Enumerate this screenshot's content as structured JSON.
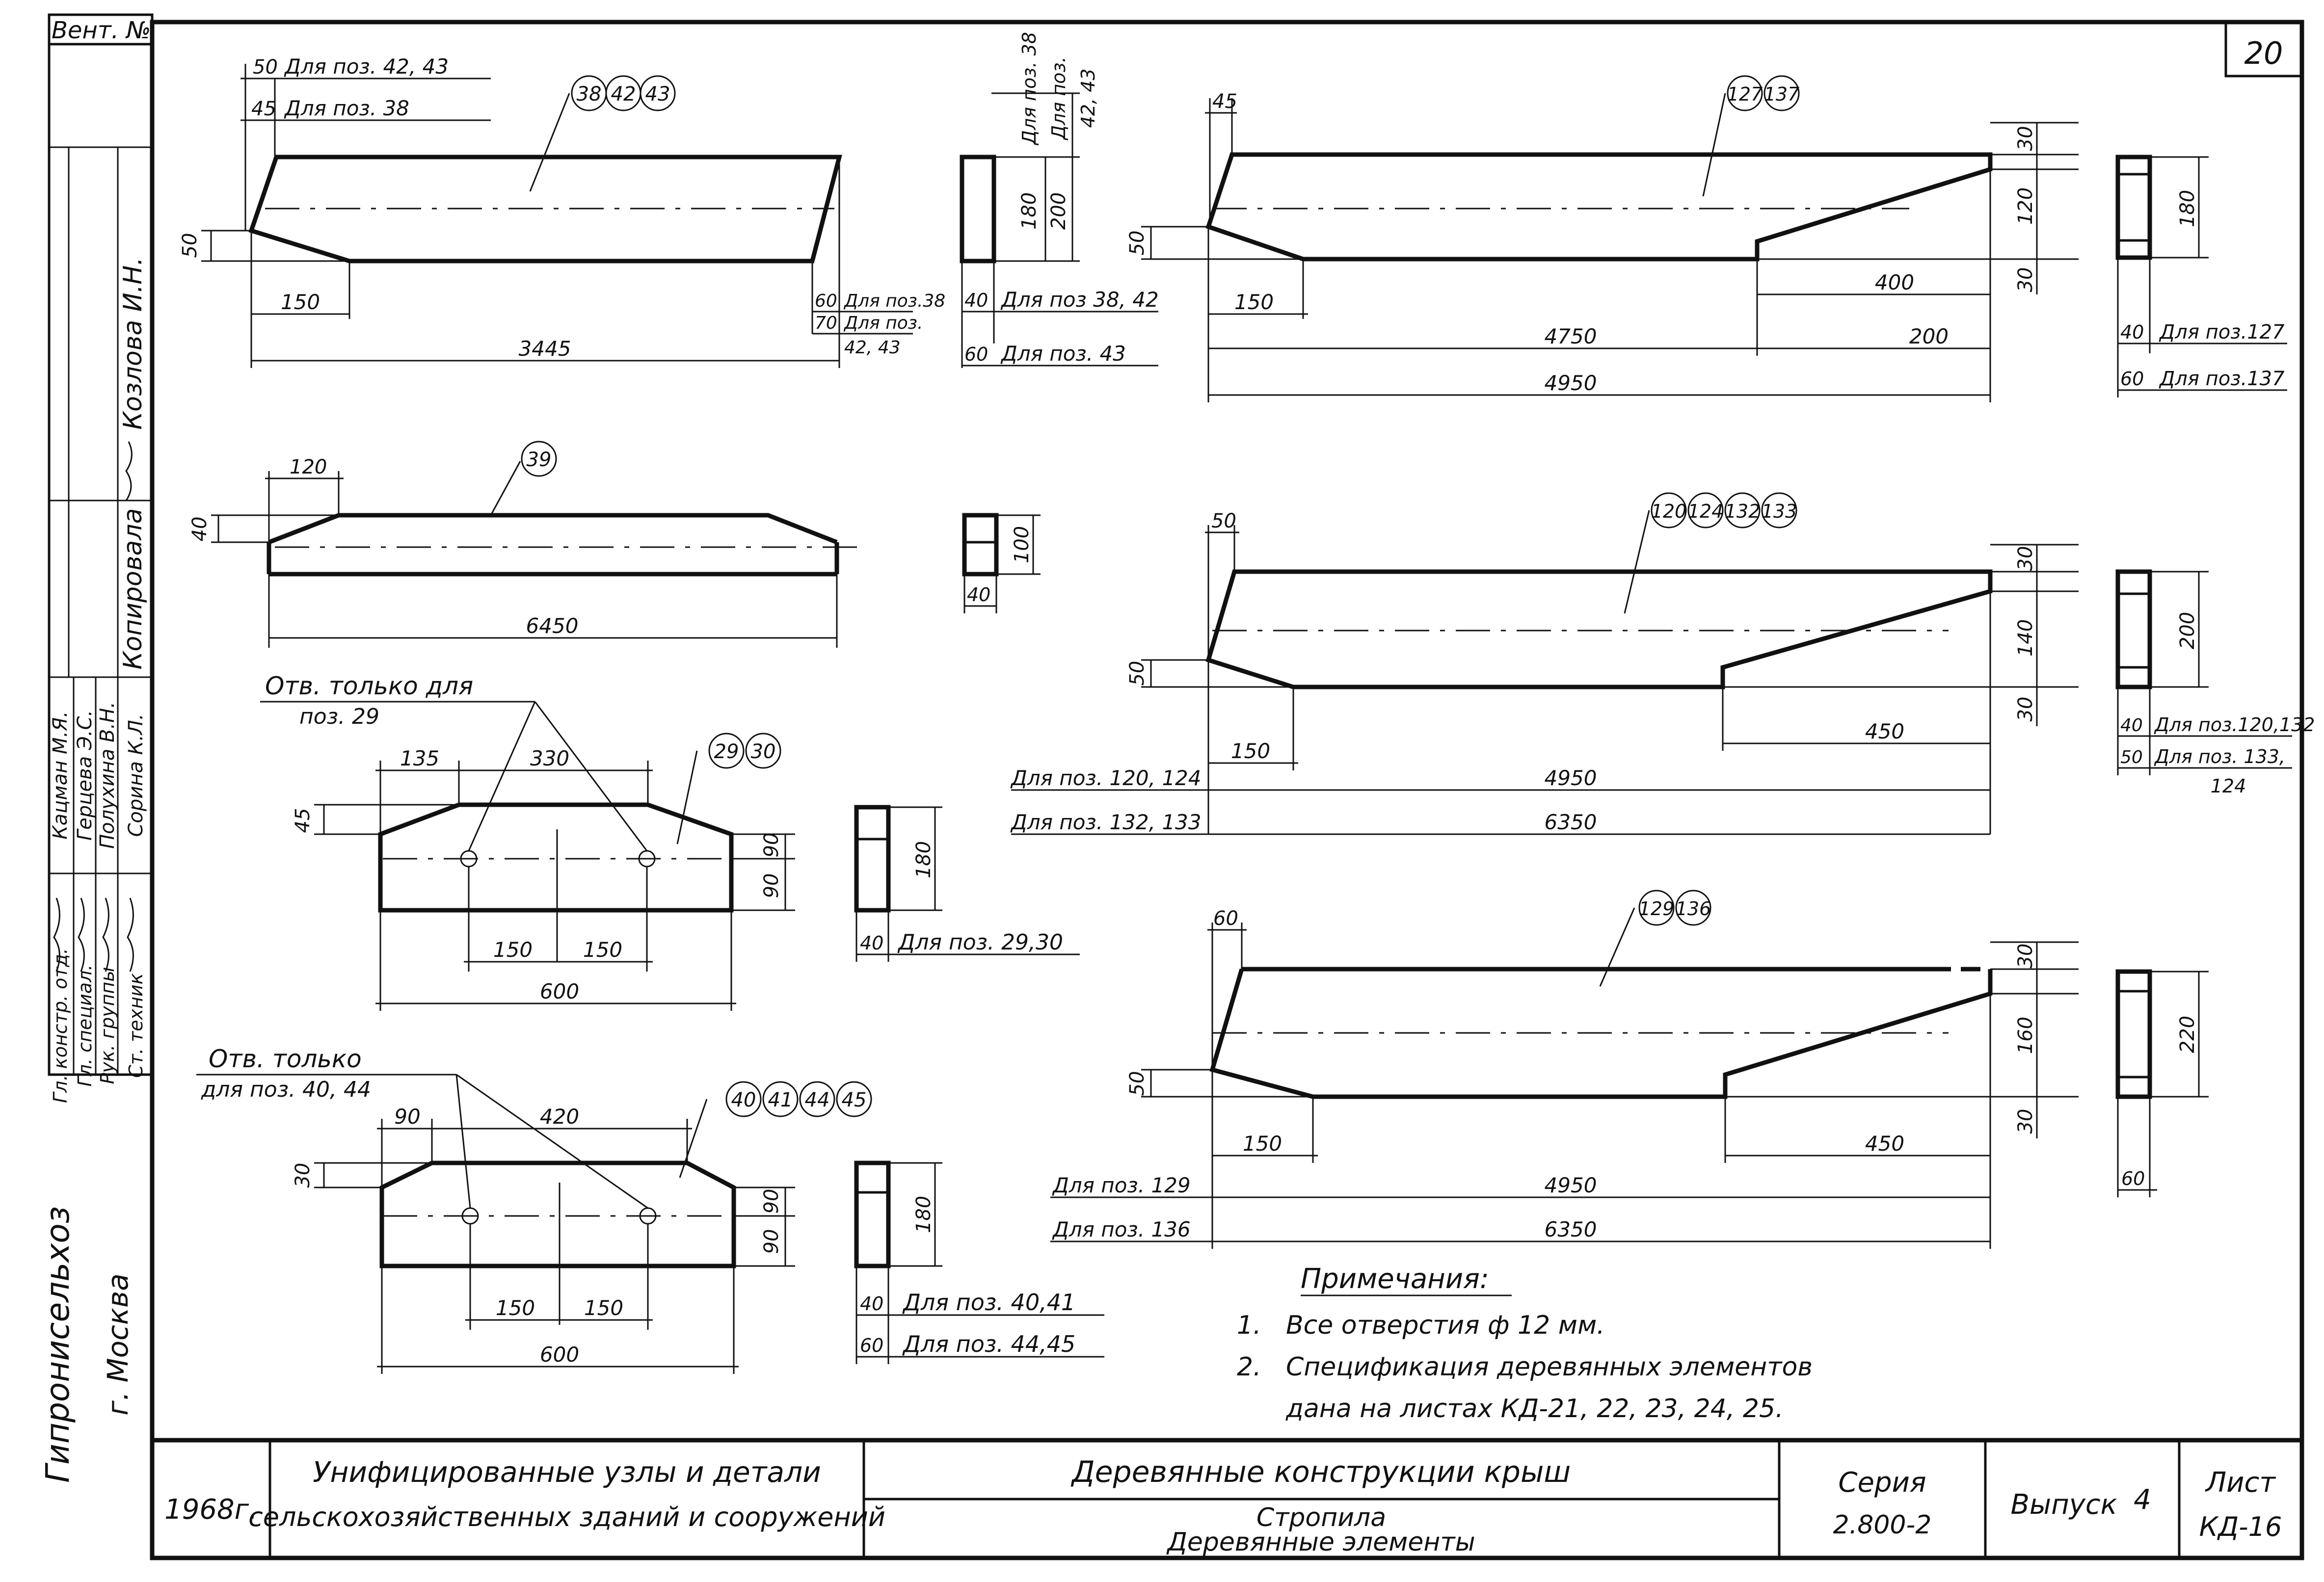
{
  "sheet_number": "20",
  "sidebar": {
    "vent_no": "Вент. №",
    "roles": [
      {
        "role": "Ст. техник",
        "name": "Сорина К.Л."
      },
      {
        "role": "Рук. группы",
        "name": "Полухина В.Н."
      },
      {
        "role": "Гл. специал.",
        "name": "Герцева Э.С."
      },
      {
        "role": "Гл. констр. отд.",
        "name": "Кацман М.Я."
      }
    ],
    "kopirovala_label": "Копировала",
    "kopirovala_name": "Козлова И.Н.",
    "organization": "Гипронисельхоз",
    "city": "г. Москва"
  },
  "parts": {
    "p38": {
      "tags": [
        "38",
        "42",
        "43"
      ],
      "dims": {
        "d50a": "50",
        "d50a_note": "Для поз. 42, 43",
        "d45": "45",
        "d45_note": "Для поз. 38",
        "h50": "50",
        "d150": "150",
        "d3445": "3445",
        "r60": "60",
        "r60_note": "Для поз.38",
        "r70": "70",
        "r70_note": "Для поз.",
        "r70_note2": "42, 43"
      },
      "section": {
        "h180": "180",
        "h180_note": "Для поз. 38",
        "h200": "200",
        "h200_note": "Для поз.",
        "h200_note2": "42, 43",
        "w40": "40",
        "w40_note": "Для поз 38, 42",
        "w60": "60",
        "w60_note": "Для поз. 43"
      }
    },
    "p39": {
      "tags": [
        "39"
      ],
      "dims": {
        "d120": "120",
        "h40": "40",
        "d6450": "6450"
      },
      "section": {
        "h100": "100",
        "w40": "40"
      }
    },
    "p29": {
      "tags": [
        "29",
        "30"
      ],
      "holes_note": "Отв. только для",
      "holes_note2": "поз. 29",
      "dims": {
        "d135": "135",
        "d330": "330",
        "h45": "45",
        "h90a": "90",
        "h90b": "90",
        "d150a": "150",
        "d150b": "150",
        "d600": "600"
      },
      "section": {
        "h180": "180",
        "w40": "40",
        "w40_note": "Для поз. 29,30"
      }
    },
    "p40": {
      "tags": [
        "40",
        "41",
        "44",
        "45"
      ],
      "holes_note": "Отв. только",
      "holes_note2": "для поз. 40, 44",
      "dims": {
        "d90": "90",
        "d420": "420",
        "h30": "30",
        "h90a": "90",
        "h90b": "90",
        "d150a": "150",
        "d150b": "150",
        "d600": "600"
      },
      "section": {
        "h180": "180",
        "w40": "40",
        "w40_note": "Для поз. 40,41",
        "w60": "60",
        "w60_note": "Для поз. 44,45"
      }
    },
    "p127": {
      "tags": [
        "127",
        "137"
      ],
      "dims": {
        "d45": "45",
        "h50": "50",
        "d150": "150",
        "d400": "400",
        "d4750": "4750",
        "d200": "200",
        "d4950": "4950",
        "h30a": "30",
        "h120": "120",
        "h30b": "30"
      },
      "section": {
        "h180": "180",
        "w40": "40",
        "w40_note": "Для поз.127",
        "w60": "60",
        "w60_note": "Для поз.137"
      }
    },
    "p120": {
      "tags": [
        "120",
        "124",
        "132",
        "133"
      ],
      "dims": {
        "d50": "50",
        "h50": "50",
        "d150": "150",
        "d450": "450",
        "d4950": "4950",
        "d4950_note": "Для поз. 120, 124",
        "d6350": "6350",
        "d6350_note": "Для поз. 132, 133",
        "h30a": "30",
        "h140": "140",
        "h30b": "30"
      },
      "section": {
        "h200": "200",
        "w40": "40",
        "w40_note": "Для поз.120,132",
        "w50": "50",
        "w50_note": "Для поз. 133,",
        "w50_note2": "124"
      }
    },
    "p129": {
      "tags": [
        "129",
        "136"
      ],
      "dims": {
        "d60": "60",
        "h50": "50",
        "d150": "150",
        "d450": "450",
        "d4950": "4950",
        "d4950_note": "Для поз. 129",
        "d6350": "6350",
        "d6350_note": "Для поз. 136",
        "h30a": "30",
        "h160": "160",
        "h30b": "30"
      },
      "section": {
        "h220": "220",
        "w60": "60"
      }
    }
  },
  "notes": {
    "title": "Примечания:",
    "items": [
      {
        "num": "1.",
        "text": "Все отверстия ф 12 мм."
      },
      {
        "num": "2.",
        "text": "Спецификация деревянных элементов"
      },
      {
        "num": "",
        "text": "дана на листах КД-21, 22, 23, 24, 25."
      }
    ]
  },
  "title_block": {
    "year": "1968г.",
    "project_line1": "Унифицированные узлы и детали",
    "project_line2": "сельскохозяйственных зданий и сооружений",
    "work_title": "Деревянные конструкции крыш",
    "sheet_title_line1": "Стропила",
    "sheet_title_line2": "Деревянные элементы",
    "series_label": "Серия",
    "series_value": "2.800-2",
    "issue_label": "Выпуск",
    "issue_value": "4",
    "sheet_label": "Лист",
    "sheet_value": "КД-16"
  }
}
